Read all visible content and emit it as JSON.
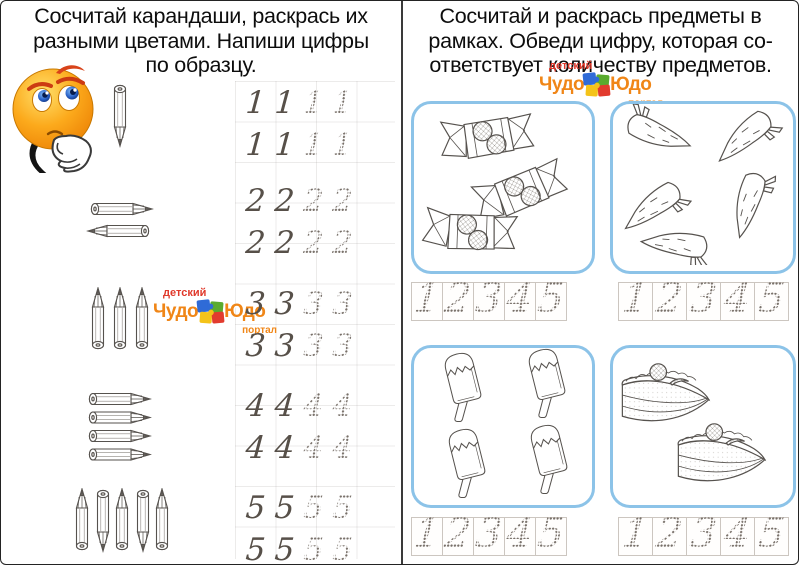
{
  "left_panel": {
    "title_lines": [
      "Сосчитай карандаши, раскрась их",
      "разными цветами. Напиши цифры",
      "по образцу."
    ],
    "trace_digits": [
      "1",
      "2",
      "3",
      "4",
      "5"
    ],
    "trace_pattern": [
      "solid",
      "solid",
      "dotted",
      "dotted"
    ],
    "rows_per_digit": 2,
    "pencil_groups": [
      {
        "count": 1,
        "arrangement": "vertical-tip-down"
      },
      {
        "count": 2,
        "arrangement": "horizontal-opposed"
      },
      {
        "count": 3,
        "arrangement": "vertical-tip-up"
      },
      {
        "count": 4,
        "arrangement": "horizontal-tip-right"
      },
      {
        "count": 5,
        "arrangement": "vertical-alternating"
      }
    ]
  },
  "right_panel": {
    "title_lines": [
      "Сосчитай и раскрась предметы в",
      "рамках. Обведи цифру, которая со-",
      "ответствует количеству предметов."
    ],
    "frames": [
      {
        "item": "candies",
        "count": 3
      },
      {
        "item": "carrots",
        "count": 5
      },
      {
        "item": "ice-creams",
        "count": 4
      },
      {
        "item": "cake-slices",
        "count": 2
      }
    ],
    "digit_cells": [
      "1",
      "2",
      "3",
      "4",
      "5"
    ]
  },
  "logo": {
    "top": "детский",
    "word1": "Чудо",
    "word2": "Юдо",
    "bottom": "портал"
  },
  "colors": {
    "frame_border": "#8cc3e8",
    "digit_ink": "#575049",
    "title_ink": "#0d0d0d",
    "logo_red": "#e0392b",
    "logo_orange": "#f08617",
    "outline_ink": "#56524e"
  }
}
